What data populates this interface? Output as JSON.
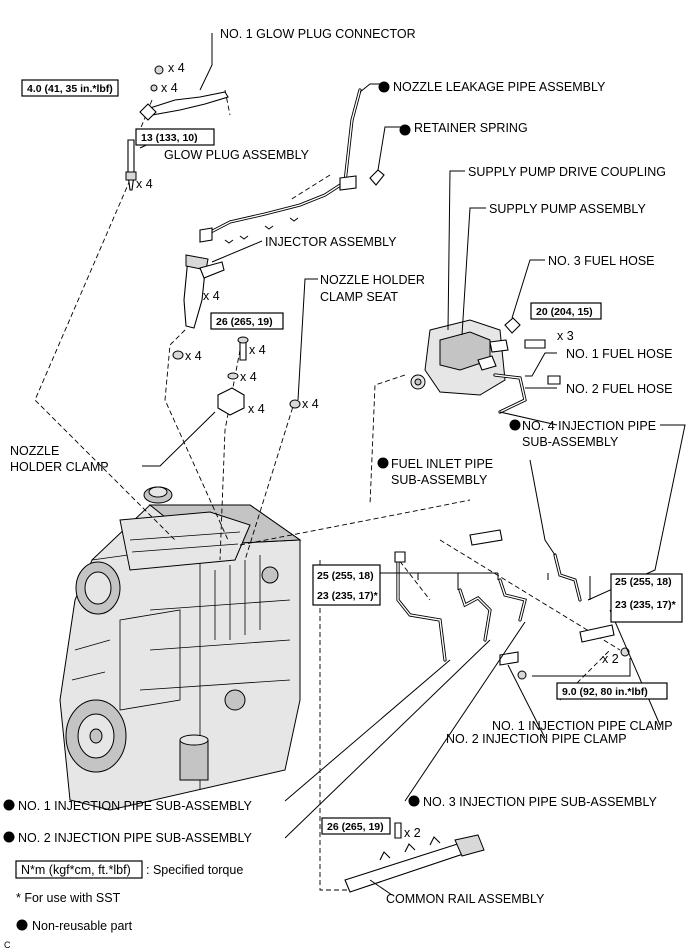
{
  "labels": {
    "glow_plug_connector": "NO. 1 GLOW PLUG CONNECTOR",
    "nozzle_leakage_pipe": "NOZZLE LEAKAGE PIPE ASSEMBLY",
    "retainer_spring": "RETAINER SPRING",
    "glow_plug_assembly": "GLOW PLUG ASSEMBLY",
    "supply_pump_drive_coupling": "SUPPLY PUMP DRIVE COUPLING",
    "supply_pump_assembly": "SUPPLY PUMP ASSEMBLY",
    "injector_assembly": "INJECTOR ASSEMBLY",
    "no3_fuel_hose": "NO. 3 FUEL HOSE",
    "nozzle_holder_clamp_seat_1": "NOZZLE HOLDER",
    "nozzle_holder_clamp_seat_2": "CLAMP SEAT",
    "no1_fuel_hose": "NO. 1 FUEL HOSE",
    "no2_fuel_hose": "NO. 2 FUEL HOSE",
    "no4_injection_pipe_1": "NO. 4 INJECTION PIPE",
    "no4_injection_pipe_2": "SUB-ASSEMBLY",
    "fuel_inlet_pipe_1": "FUEL INLET PIPE",
    "fuel_inlet_pipe_2": "SUB-ASSEMBLY",
    "nozzle_holder_clamp_1": "NOZZLE",
    "nozzle_holder_clamp_2": "HOLDER CLAMP",
    "no1_injection_pipe_clamp": "NO. 1 INJECTION PIPE CLAMP",
    "no2_injection_pipe_clamp": "NO. 2 INJECTION PIPE CLAMP",
    "no1_injection_pipe": "NO. 1 INJECTION PIPE SUB-ASSEMBLY",
    "no3_injection_pipe": "NO. 3 INJECTION PIPE SUB-ASSEMBLY",
    "no2_injection_pipe": "NO. 2 INJECTION PIPE SUB-ASSEMBLY",
    "common_rail": "COMMON RAIL ASSEMBLY"
  },
  "torques": {
    "glow_connector": "4.0 (41, 35 in.*lbf)",
    "glow_plug": "13 (133, 10)",
    "supply_pump": "20 (204, 15)",
    "clamp_bolt": "26 (265, 19)",
    "pipe_left_a": "25 (255, 18)",
    "pipe_left_b": "23 (235, 17)*",
    "pipe_right_a": "25 (255, 18)",
    "pipe_right_b": "23 (235, 17)*",
    "pipe_clamp": "9.0 (92, 80 in.*lbf)",
    "common_rail": "26 (265, 19)"
  },
  "quantities": {
    "connector_nut": "x 4",
    "connector_washer": "x 4",
    "glow_plug": "x 4",
    "injector": "x 4",
    "clamp_bolt": "x 4",
    "clamp_washer": "x 4",
    "clamp": "x 4",
    "clamp_seat": "x 4",
    "injector_gasket": "x 4",
    "supply_pump_nut": "x 3",
    "pipe_clamp_bolt": "x 2",
    "common_rail_bolt": "x 2"
  },
  "legend": {
    "torque_box": "N*m (kgf*cm, ft.*lbf)",
    "torque_desc": ": Specified torque",
    "sst_note": "* For use with SST",
    "nonreusable": "Non-reusable part"
  },
  "figure_code": "C"
}
